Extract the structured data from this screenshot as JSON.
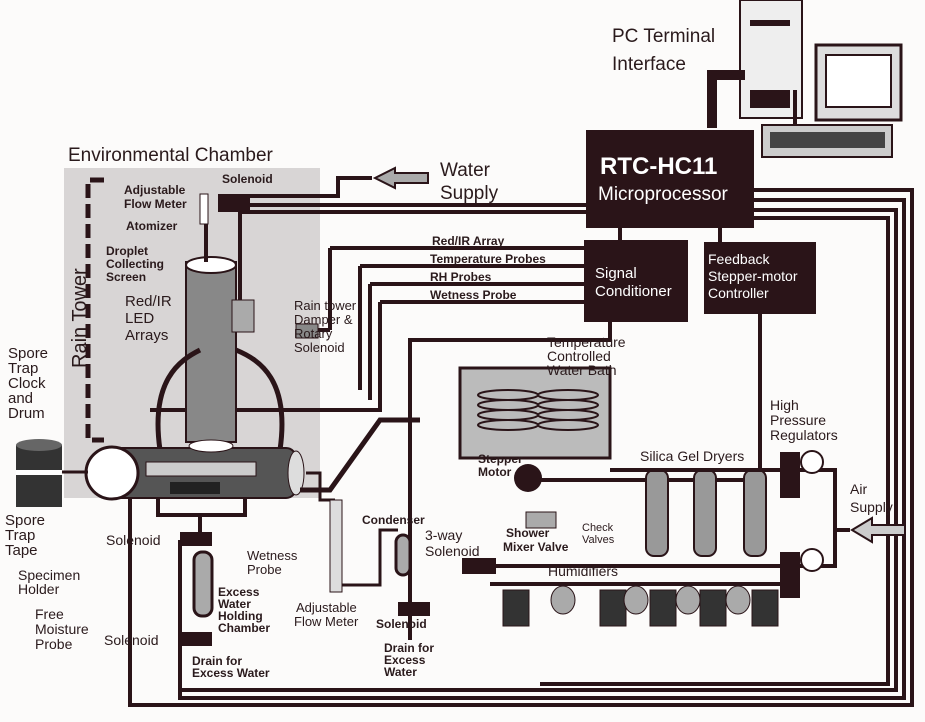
{
  "pc_terminal": [
    "PC Terminal",
    "Interface"
  ],
  "environmental_chamber": "Environmental Chamber",
  "water_supply": [
    "Water",
    "Supply"
  ],
  "microprocessor": [
    "RTC-HC11",
    "Microprocessor"
  ],
  "signal_conditioner": [
    "Signal",
    "Conditioner"
  ],
  "feedback_controller": [
    "Feedback",
    "Stepper-motor",
    "Controller"
  ],
  "signal_lines": [
    "Red/IR Array",
    "Temperature Probes",
    "RH Probes",
    "Wetness Probe"
  ],
  "rain_tower": "Rain Tower",
  "chamber_labels": {
    "solenoid": "Solenoid",
    "flow_meter": [
      "Adjustable",
      "Flow Meter"
    ],
    "atomizer": "Atomizer",
    "droplet_screen": [
      "Droplet",
      "Collecting",
      "Screen"
    ],
    "led_arrays": [
      "Red/IR",
      "LED",
      "Arrays"
    ],
    "damper": [
      "Rain tower",
      "Damper &",
      "Rotary",
      "Solenoid"
    ]
  },
  "spore_trap_clock": [
    "Spore",
    "Trap",
    "Clock",
    "and",
    "Drum"
  ],
  "water_bath": [
    "Temperature",
    "Controlled",
    "Water Bath"
  ],
  "regulators": [
    "High",
    "Pressure",
    "Regulators"
  ],
  "silica_gel": "Silica Gel Dryers",
  "air_supply": [
    "Air",
    "Supply"
  ],
  "stepper_motor": [
    "Stepper",
    "Motor"
  ],
  "mixer_valve": [
    "Shower",
    "Mixer Valve"
  ],
  "check_valves": [
    "Check",
    "Valves"
  ],
  "three_way_solenoid": [
    "3-way",
    "Solenoid"
  ],
  "humidifiers": "Humidifiers",
  "condenser": "Condenser",
  "spore_trap_tape": [
    "Spore",
    "Trap",
    "Tape"
  ],
  "specimen_holder": [
    "Specimen",
    "Holder"
  ],
  "free_moisture_probe": [
    "Free",
    "Moisture",
    "Probe"
  ],
  "solenoid_upper": "Solenoid",
  "solenoid_lower": "Solenoid",
  "wetness_probe": [
    "Wetness",
    "Probe"
  ],
  "holding_chamber": [
    "Excess",
    "Water",
    "Holding",
    "Chamber"
  ],
  "drain_left": [
    "Drain for",
    "Excess Water"
  ],
  "flow_meter_lower": [
    "Adjustable",
    "Flow Meter"
  ],
  "solenoid_condenser": "Solenoid",
  "drain_right": [
    "Drain for",
    "Excess",
    "Water"
  ],
  "colors": {
    "ink": "#2a1418",
    "chamber_shade": "#d6d3d3",
    "paper": "#fcfbfa"
  }
}
